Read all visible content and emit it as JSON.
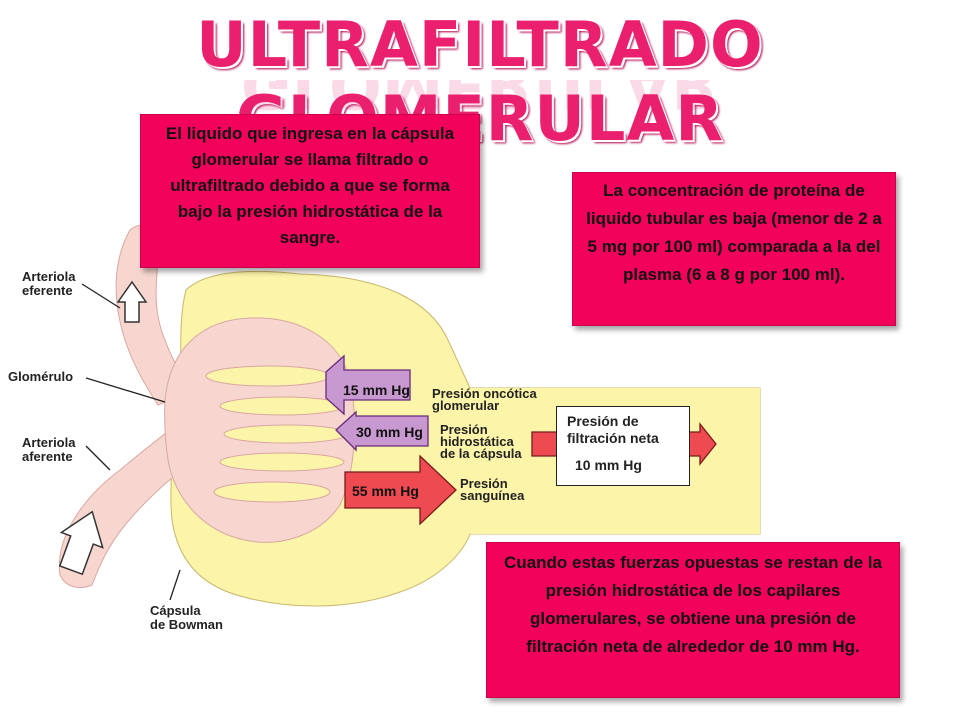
{
  "title": "ULTRAFILTRADO GLOMERULAR",
  "boxes": {
    "top_left": "El liquido que ingresa en la cápsula glomerular se llama filtrado o ultrafiltrado debido a que se forma bajo la presión hidrostática de la sangre.",
    "right": "La concentración de proteína de liquido tubular es baja (menor de 2 a 5 mg por 100 ml) comparada a la del plasma (6 a 8 g por 100 ml).",
    "bottom_right": "Cuando estas fuerzas opuestas se restan de la presión hidrostática de los capilares glomerulares, se obtiene una presión de filtración neta de alrededor de 10 mm Hg."
  },
  "labels": {
    "efferent": "Arteriola\neferente",
    "glomerulus": "Glomérulo",
    "afferent": "Arteriola\naferente",
    "capsule": "Cápsula\nde Bowman",
    "oncotic": "Presión oncótica\nglomerular",
    "hydrostatic_capsule": "Presión\nhidrostática\nde la cápsula",
    "blood": "Presión\nsanguínea"
  },
  "arrows": {
    "oncotic_value": "15 mm Hg",
    "capsule_value": "30 mm Hg",
    "blood_value": "55 mm Hg"
  },
  "net_box": {
    "label": "Presión de\nfiltración neta",
    "value": "10 mm Hg"
  },
  "colors": {
    "accent": "#f3025b",
    "title": "#ea1f6e",
    "capsule": "#fcf4a8",
    "vessel": "#f7d6d0",
    "arrow_onc": "#c898d0",
    "arrow_blood": "#ee4a52"
  }
}
